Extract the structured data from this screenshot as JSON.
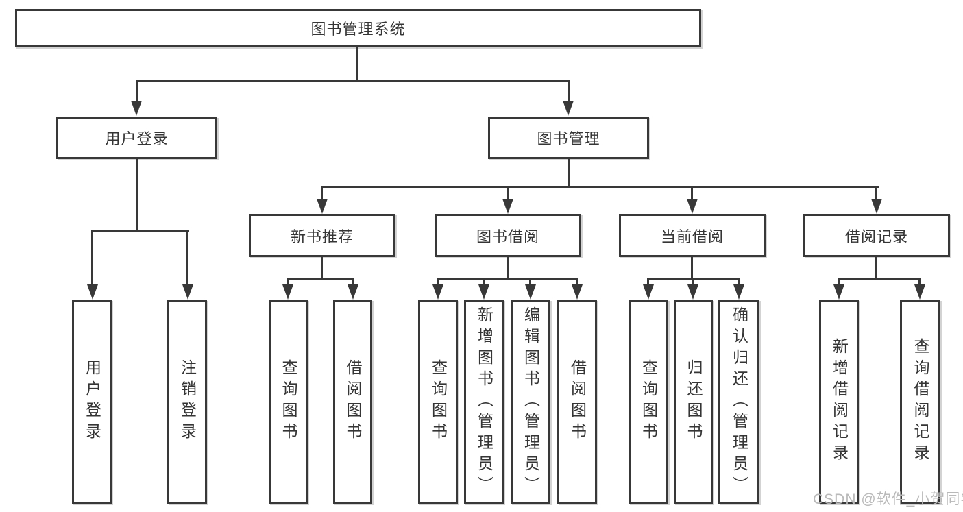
{
  "diagram": {
    "type": "tree",
    "root": {
      "label": "图书管理系统"
    },
    "branches": [
      {
        "label": "用户登录",
        "children": [
          {
            "label": "用户登录"
          },
          {
            "label": "注销登录"
          }
        ]
      },
      {
        "label": "图书管理",
        "children": [
          {
            "label": "新书推荐",
            "children": [
              {
                "label": "查询图书"
              },
              {
                "label": "借阅图书"
              }
            ]
          },
          {
            "label": "图书借阅",
            "children": [
              {
                "label": "查询图书"
              },
              {
                "label": "新增图书（管理员）"
              },
              {
                "label": "编辑图书（管理员）"
              },
              {
                "label": "借阅图书"
              }
            ]
          },
          {
            "label": "当前借阅",
            "children": [
              {
                "label": "查询图书"
              },
              {
                "label": "归还图书"
              },
              {
                "label": "确认归还（管理员）"
              }
            ]
          },
          {
            "label": "借阅记录",
            "children": [
              {
                "label": "新增借阅记录"
              },
              {
                "label": "查询借阅记录"
              }
            ]
          }
        ]
      }
    ]
  },
  "watermark": {
    "text": "CSDN @软件_小贺同学"
  },
  "colors": {
    "background": "#ffffff",
    "line": "#383838",
    "box_border": "#383838",
    "text": "#353535",
    "watermark": "#b9b9b9"
  }
}
